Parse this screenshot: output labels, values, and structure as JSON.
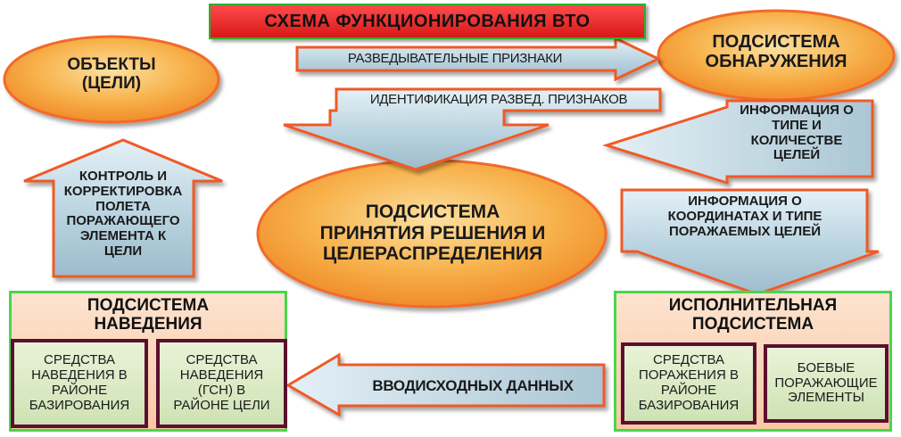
{
  "title": "СХЕМА ФУНКЦИОНИРОВАНИЯ  ВТО",
  "nodes": {
    "objects": "ОБЪЕКТЫ\n(ЦЕЛИ)",
    "detection": "ПОДСИСТЕМА\nОБНАРУЖЕНИЯ",
    "decision": "ПОДСИСТЕМА\nПРИНЯТИЯ РЕШЕНИЯ И\nЦЕЛЕРАСПРЕДЕЛЕНИЯ",
    "guidance": {
      "title": "ПОДСИСТЕМА\nНАВЕДЕНИЯ",
      "items": [
        "СРЕДСТВА\nНАВЕДЕНИЯ В\nРАЙОНЕ\nБАЗИРОВАНИЯ",
        "СРЕДСТВА\nНАВЕДЕНИЯ\n(ГСН) В\nРАЙОНЕ ЦЕЛИ"
      ]
    },
    "executive": {
      "title": "ИСПОЛНИТЕЛЬНАЯ\nПОДСИСТЕМА",
      "items": [
        "СРЕДСТВА\nПОРАЖЕНИЯ В\nРАЙОНЕ\nБАЗИРОВАНИЯ",
        "БОЕВЫЕ\nПОРАЖАЮЩИЕ\nЭЛЕМЕНТЫ"
      ]
    }
  },
  "arrows": {
    "recon_signs": "РАЗВЕДЫВАТЕЛЬНЫЕ ПРИЗНАКИ",
    "identification": "ИДЕНТИФИКАЦИЯ РАЗВЕД. ПРИЗНАКОВ",
    "type_count": "ИНФОРМАЦИЯ О\nТИПЕ И\nКОЛИЧЕСТВЕ\nЦЕЛЕЙ",
    "coords": "ИНФОРМАЦИЯ О\nКООРДИНАТАХ И ТИПЕ\nПОРАЖАЕМЫХ ЦЕЛЕЙ",
    "control": "КОНТРОЛЬ И\nКОРРЕКТИРОВКА\nПОЛЕТА\nПОРАЖАЮЩЕГО\nЭЛЕМЕНТА К\nЦЕЛИ",
    "input_data": "ВВОДИСХОДНЫХ ДАННЫХ"
  },
  "colors": {
    "ellipse_fill": "#f7b14a",
    "ellipse_stroke": "#f26a2a",
    "arrow_fill": "#b9d3e0",
    "arrow_stroke": "#f05a28",
    "panel_border": "#4ad64a",
    "sub_border": "#5b1030",
    "title_fill": "#e02020"
  }
}
